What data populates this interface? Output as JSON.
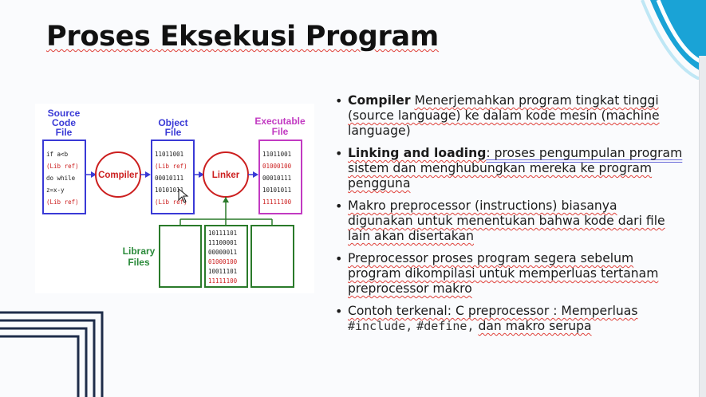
{
  "title": "Proses Eksekusi Program",
  "diagram": {
    "source": {
      "label1": "Source",
      "label2": "Code",
      "label3": "File",
      "lines": [
        "if a<b",
        "(Lib ref)",
        "do while",
        "z=x-y",
        "(Lib ref)"
      ]
    },
    "compiler": "Compiler",
    "object": {
      "label1": "Object",
      "label2": "File",
      "lines": [
        "11011001",
        "(Lib ref)",
        "00010111",
        "10101011",
        "(Lib ref)"
      ]
    },
    "linker": "Linker",
    "executable": {
      "label1": "Executable",
      "label2": "File",
      "lines": [
        "11011001",
        "01000100",
        "00010111",
        "10101011",
        "11111100"
      ]
    },
    "library": {
      "label1": "Library",
      "label2": "Files",
      "lines": [
        "10111101",
        "11100001",
        "00000011",
        "01000100",
        "10011101",
        "11111100"
      ]
    },
    "colors": {
      "blue": "#3a3ad6",
      "red": "#cc1f1f",
      "magenta": "#c23ac2",
      "green": "#2a7a2a",
      "libgreen": "#2a8a3a"
    }
  },
  "bullets": [
    {
      "bold": "Compiler",
      "parts": [
        "Menerjemahkan program tingkat tinggi",
        "(source language) ke dalam kode mesin (machine",
        "language)"
      ]
    },
    {
      "bold": "Linking and loading",
      "parts": [
        ": proses pengumpulan program",
        "sistem dan menghubungkan mereka ke program",
        "pengguna"
      ]
    },
    {
      "parts": [
        "Makro preprocessor (instructions) biasanya",
        "digunakan untuk menentukan bahwa kode dari file",
        "lain akan disertakan"
      ]
    },
    {
      "parts": [
        "Preprocessor proses program segera sebelum",
        "program dikompilasi untuk memperluas tertanam",
        "preprocessor makro"
      ]
    },
    {
      "prefix": "Contoh terkenal: C preprocessor : Memperluas",
      "code1": "#include,",
      "code2": "#define,",
      "suffix": "dan makro serupa"
    }
  ]
}
